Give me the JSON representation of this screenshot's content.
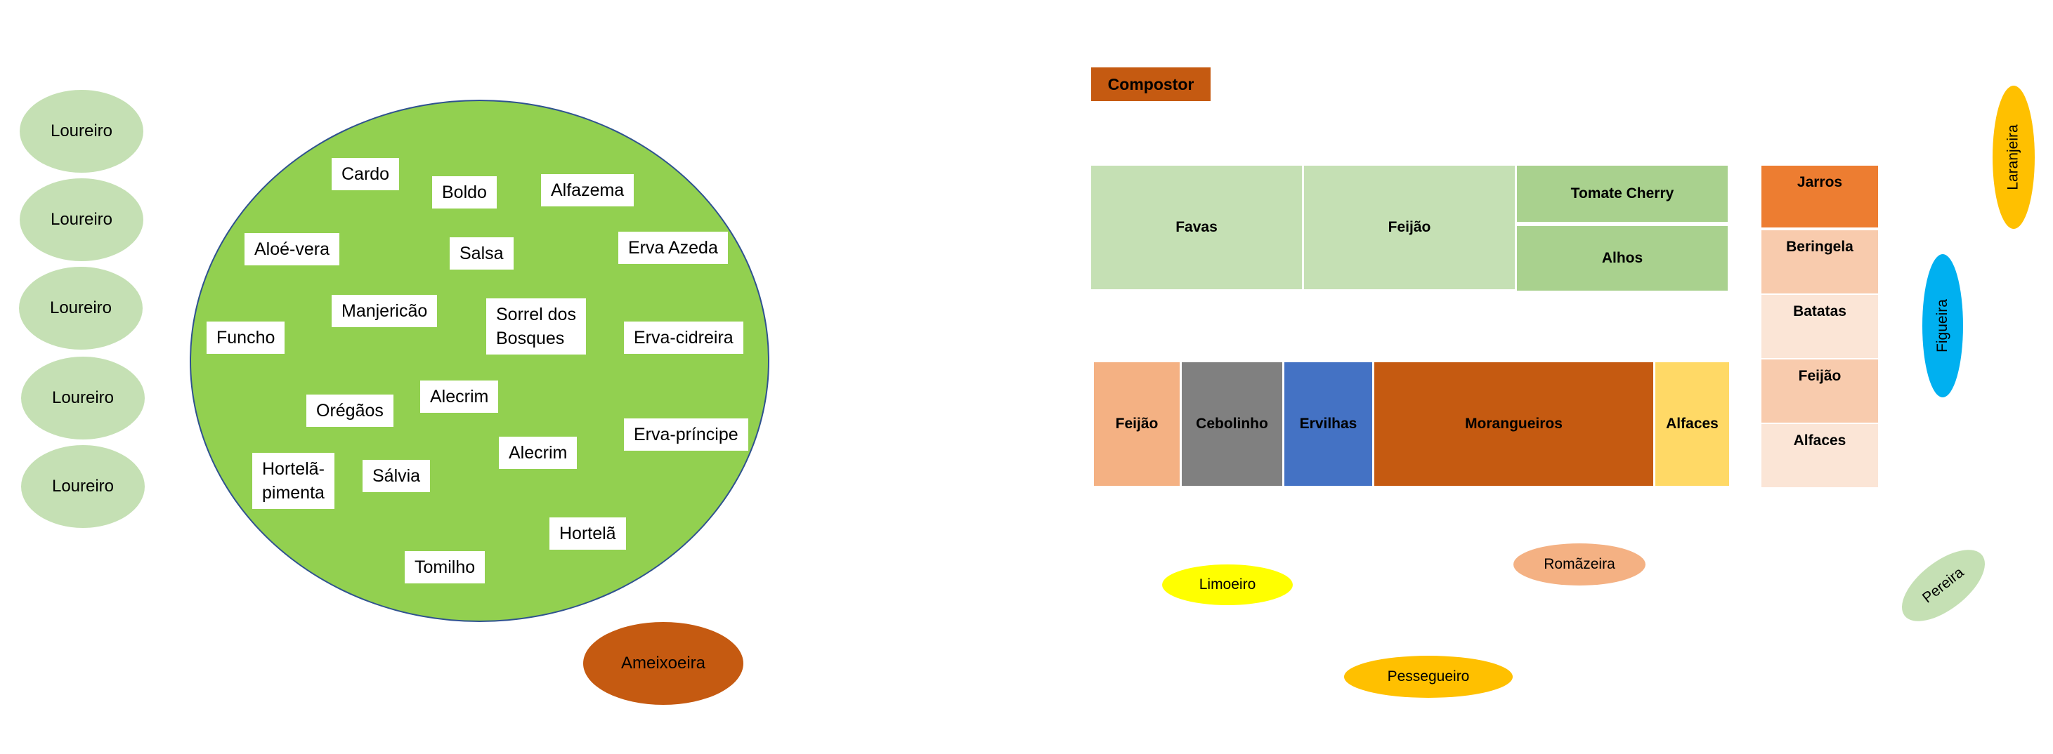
{
  "colors": {
    "laurel": "#c5e0b4",
    "herb_circle": "#92d050",
    "herb_circle_border": "#2f528f",
    "ameixoeira": "#c55a11",
    "compostor": "#c55a11",
    "light_green_bed": "#c5e0b4",
    "green_bed": "#a9d18e",
    "salmon": "#f4b183",
    "grey": "#808080",
    "blue": "#4472c4",
    "rust": "#c55a11",
    "yellow_gold": "#ffd966",
    "orange": "#ed7d31",
    "pink": "#f8cbad",
    "pale_pink": "#fbe5d6",
    "limoeiro": "#ffff00",
    "pessegueiro": "#ffc000",
    "laranjeira": "#ffc000",
    "figueira": "#00b0f0",
    "pereira": "#c5e0b4"
  },
  "laurels": [
    "Loureiro",
    "Loureiro",
    "Loureiro",
    "Loureiro",
    "Loureiro"
  ],
  "herbs": {
    "cardo": "Cardo",
    "boldo": "Boldo",
    "alfazema": "Alfazema",
    "aloe_vera": "Aloé-vera",
    "salsa": "Salsa",
    "erva_azeda": "Erva Azeda",
    "funcho": "Funcho",
    "manjericao": "Manjericão",
    "sorrel_1": "Sorrel dos",
    "sorrel_2": "Bosques",
    "erva_cidreira": "Erva-cidreira",
    "oregaos": "Orégãos",
    "alecrim_1": "Alecrim",
    "erva_principe": "Erva-príncipe",
    "hortela_pimenta_1": "Hortelã-",
    "hortela_pimenta_2": "pimenta",
    "salvia": "Sálvia",
    "alecrim_2": "Alecrim",
    "hortela": "Hortelã",
    "tomilho": "Tomilho"
  },
  "trees": {
    "ameixoeira": "Ameixoeira",
    "limoeiro": "Limoeiro",
    "romazeira": "Romãzeira",
    "pessegueiro": "Pessegueiro",
    "laranjeira": "Laranjeira",
    "figueira": "Figueira",
    "pereira": "Pereira"
  },
  "compostor": "Compostor",
  "beds_top": {
    "favas": "Favas",
    "feijao": "Feijão",
    "tomate_cherry": "Tomate Cherry",
    "alhos": "Alhos"
  },
  "beds_bottom": {
    "feijao": "Feijão",
    "cebolinho": "Cebolinho",
    "ervilhas": "Ervilhas",
    "morangueiros": "Morangueiros",
    "alfaces": "Alfaces"
  },
  "beds_side": {
    "jarros": "Jarros",
    "beringela": "Beringela",
    "batatas": "Batatas",
    "feijao": "Feijão",
    "alfaces": "Alfaces"
  }
}
